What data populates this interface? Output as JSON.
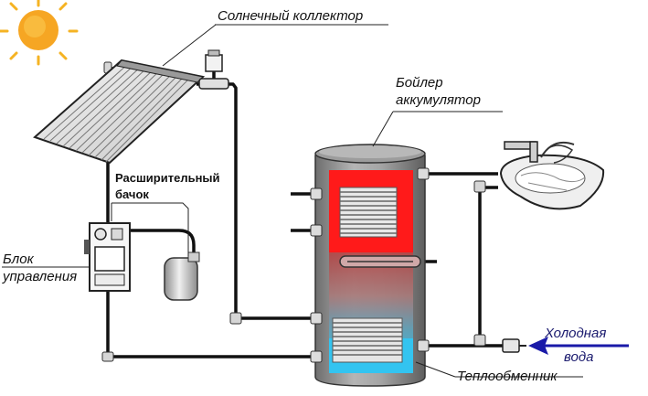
{
  "labels": {
    "collector": "Солнечный коллектор",
    "boiler_line1": "Бойлер",
    "boiler_line2": "аккумулятор",
    "expansion_line1": "Расширительный",
    "expansion_line2": "бачок",
    "control_line1": "Блок",
    "control_line2": "управления",
    "cold_line1": "Холодная",
    "cold_line2": "вода",
    "exchanger": "Теплообменник"
  },
  "colors": {
    "sun": "#f5a623",
    "pipe": "#111111",
    "hot_zone": "#ff1a1a",
    "warm_zone": "#b86a6a",
    "cold_zone": "#3bbde8",
    "tank_body": "#9a9a9a",
    "arrow": "#1a1aa8"
  },
  "icons": [
    "sun-icon",
    "solar-collector-icon",
    "valve-icon",
    "faucet-sink-icon",
    "expansion-tank-icon",
    "control-unit-icon",
    "arrow-left-icon"
  ]
}
